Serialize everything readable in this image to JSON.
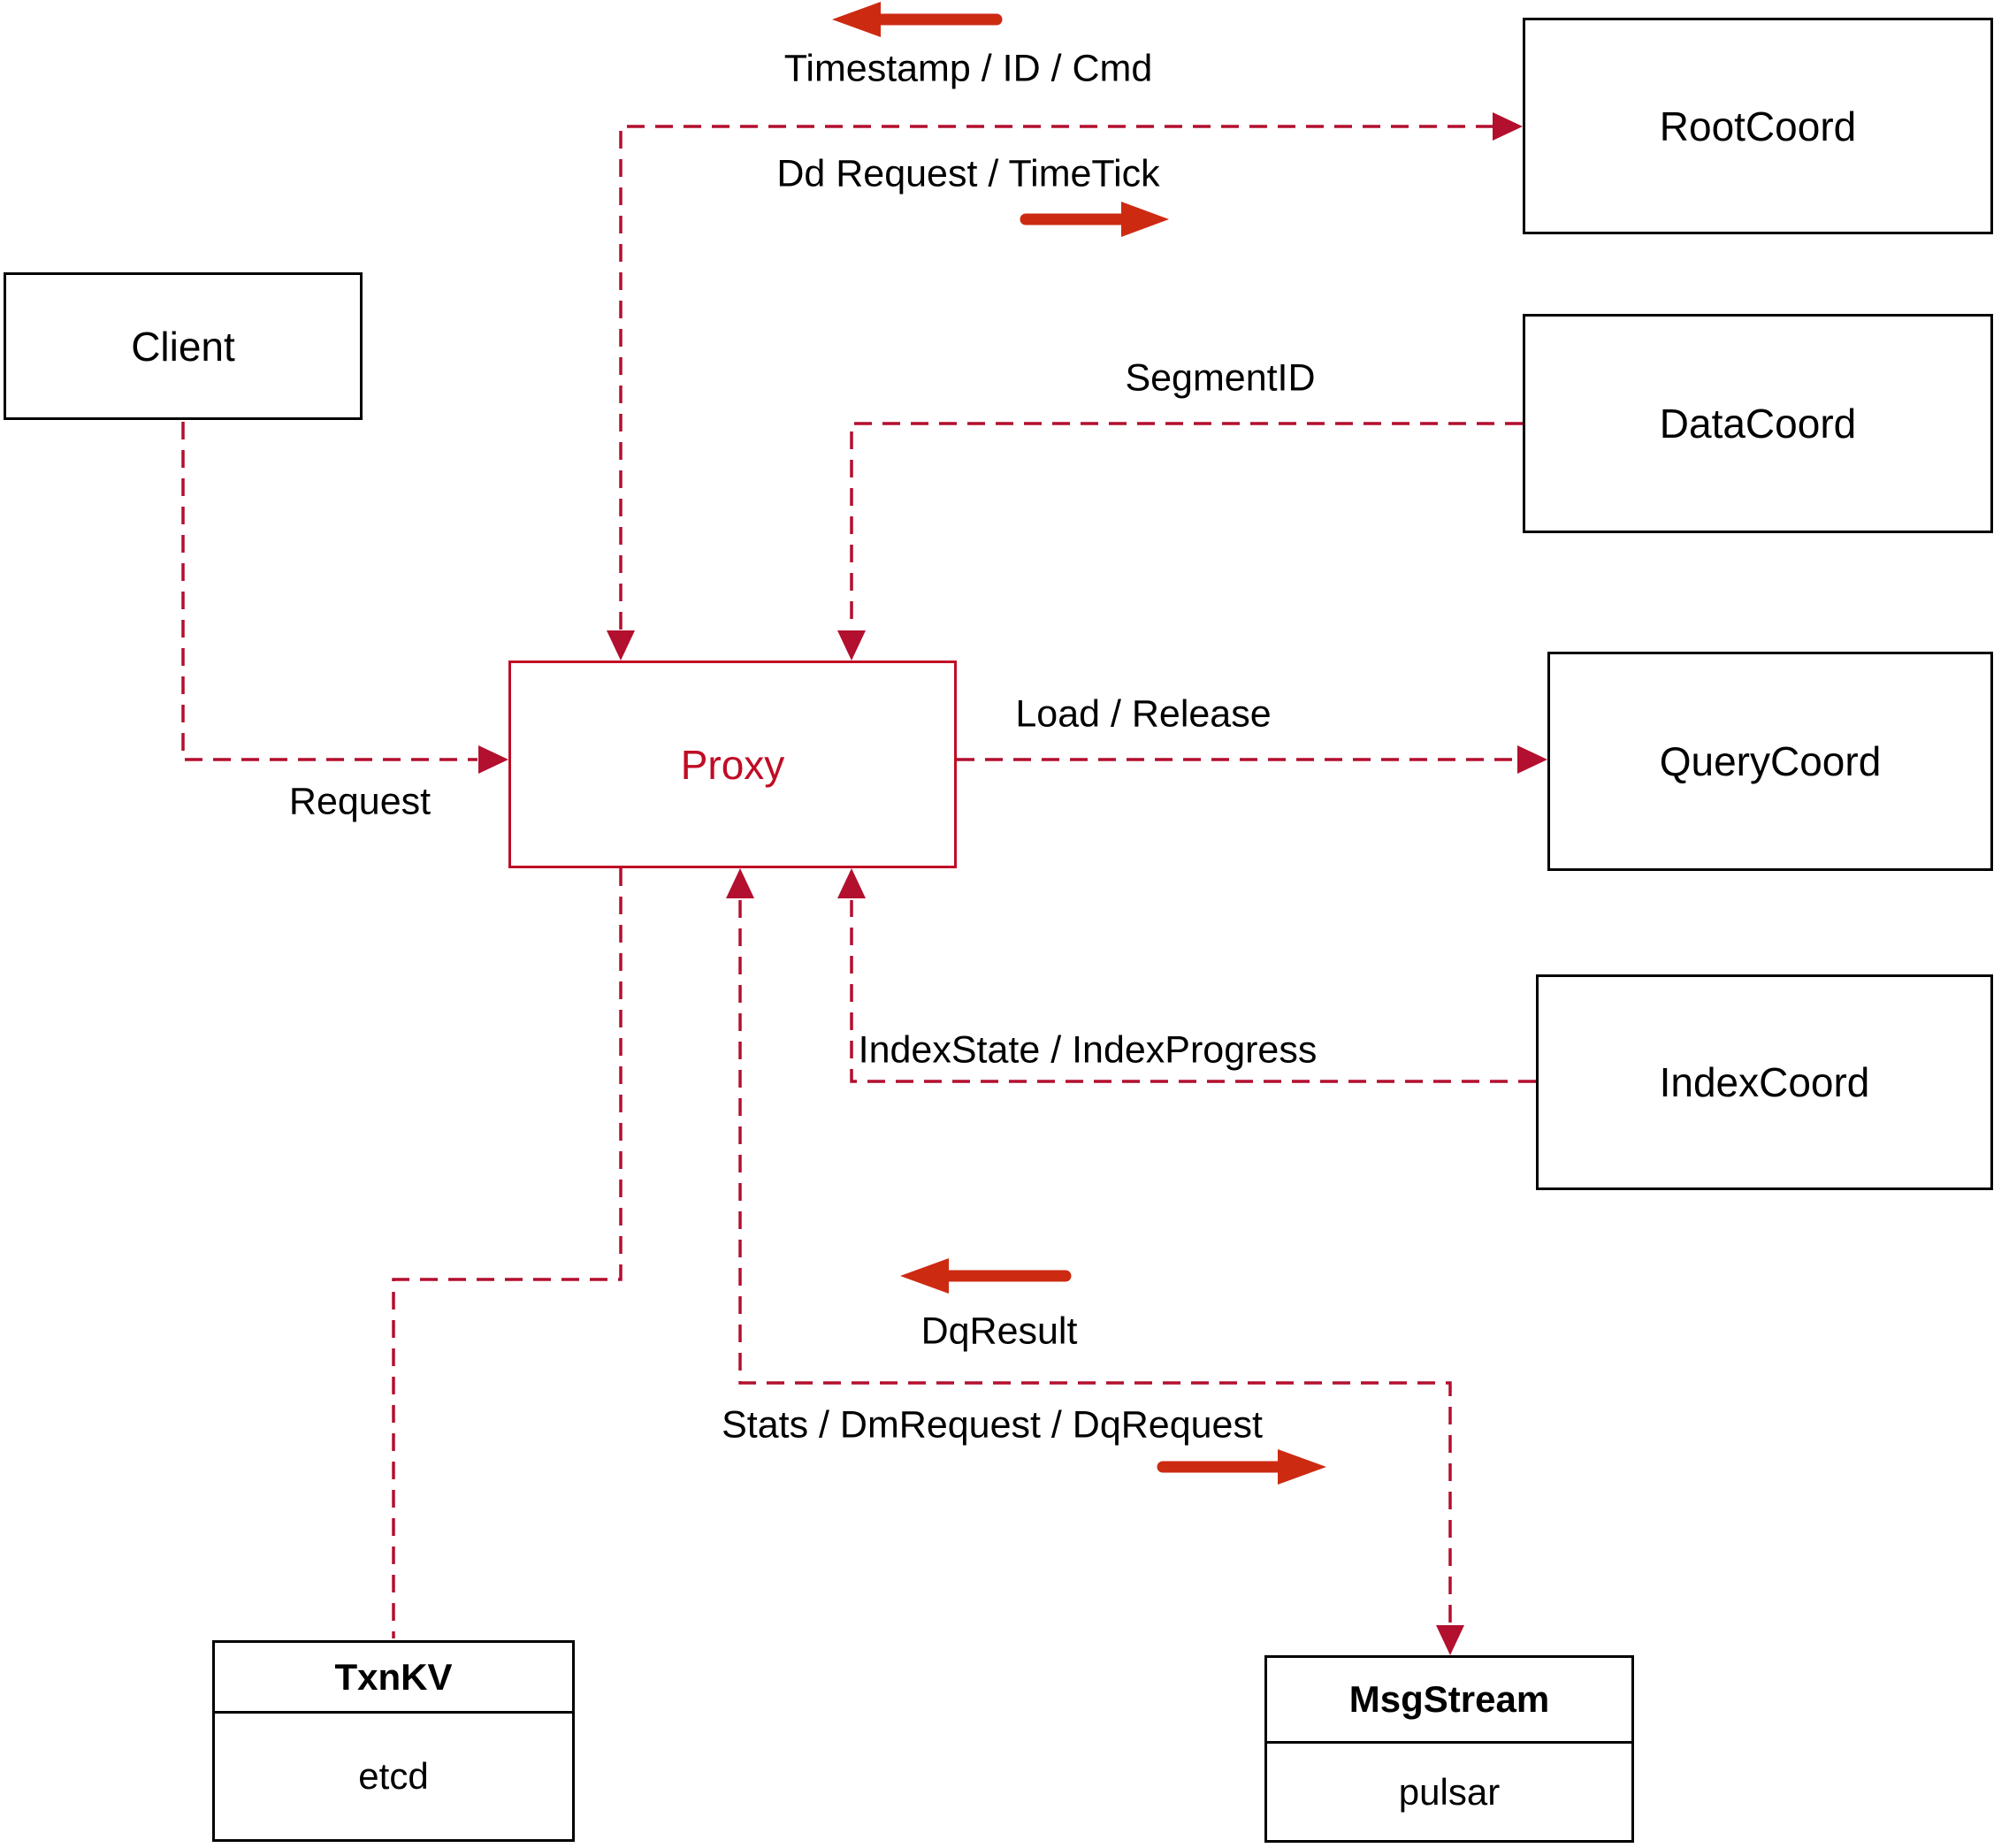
{
  "nodes": {
    "client": {
      "label": "Client"
    },
    "proxy": {
      "label": "Proxy"
    },
    "root_coord": {
      "label": "RootCoord"
    },
    "data_coord": {
      "label": "DataCoord"
    },
    "query_coord": {
      "label": "QueryCoord"
    },
    "index_coord": {
      "label": "IndexCoord"
    },
    "txn_kv": {
      "title": "TxnKV",
      "impl": "etcd"
    },
    "msg_stream": {
      "title": "MsgStream",
      "impl": "pulsar"
    }
  },
  "edges": {
    "client_to_proxy": {
      "label": "Request",
      "direction": "Client to Proxy"
    },
    "rootcoord_to_proxy": {
      "label": "Timestamp / ID / Cmd",
      "direction": "RootCoord to Proxy"
    },
    "proxy_to_rootcoord": {
      "label": "Dd Request / TimeTick",
      "direction": "Proxy to RootCoord"
    },
    "datacoord_to_proxy": {
      "label": "SegmentID",
      "direction": "DataCoord to Proxy"
    },
    "proxy_to_querycoord": {
      "label": "Load / Release",
      "direction": "Proxy to QueryCoord"
    },
    "indexcoord_to_proxy": {
      "label": "IndexState / IndexProgress",
      "direction": "IndexCoord to Proxy"
    },
    "msgstream_to_proxy": {
      "label": "DqResult",
      "direction": "MsgStream to Proxy"
    },
    "proxy_to_msgstream": {
      "label": "Stats / DmRequest / DqRequest",
      "direction": "Proxy to MsgStream"
    },
    "proxy_to_txnkv": {
      "label": "",
      "direction": "Proxy to TxnKV"
    }
  },
  "colors": {
    "dashed_line": "#b30f2e",
    "solid_arrow": "#cd2a12",
    "proxy_accent": "#c00c25",
    "box_border": "#000000",
    "text": "#000000",
    "background": "#ffffff"
  }
}
